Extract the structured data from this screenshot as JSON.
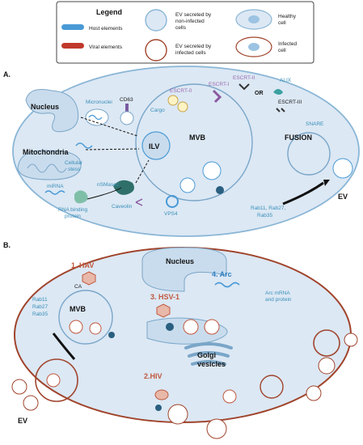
{
  "legend": {
    "title": "Legend",
    "host_elements": "Host elements",
    "viral_elements": "Viral elements",
    "ev_noninfected": [
      "EV secreted by",
      "non-infected",
      "cells"
    ],
    "ev_infected": [
      "EV secreted by",
      "infected cells"
    ],
    "healthy_cell": [
      "Healthy",
      "cell"
    ],
    "infected_cell": [
      "Infected",
      "cell"
    ]
  },
  "panel_a": {
    "label": "A.",
    "nucleus": "Nucleus",
    "micronuclei": "Micronuclei",
    "cd63": "CD63",
    "escrt0": "ESCRT-0",
    "escrt1": "ESCRT-I",
    "escrt2": "ESCRT-II",
    "or": "OR",
    "alix": "ALIX",
    "escrt3": "ESCRT-III",
    "cargo": "Cargo",
    "mitochondria": "Mitochondria",
    "ilv": "ILV",
    "mvb": "MVB",
    "cellular_stess": [
      "Cellular",
      "stess"
    ],
    "mirna": "miRNA",
    "nsmase2": "nSMase2",
    "caveolin": "Caveolin",
    "rna_binding": [
      "RNA binding",
      "protein"
    ],
    "vps4": "VPS4",
    "snare": "SNARE",
    "fusion": "FUSION",
    "ev": "EV",
    "rabs": [
      "Rab11, Rab27,",
      "Rab35"
    ]
  },
  "panel_b": {
    "label": "B.",
    "nucleus": "Nucleus",
    "hav": "1. HAV",
    "ca": "CA",
    "mvb": "MVB",
    "rabs": [
      "Rab11",
      "Rab27",
      "Rab35"
    ],
    "ev": "EV",
    "hsv": "3. HSV-1",
    "arc": "4. Arc",
    "arc_mrna": [
      "Arc mRNA",
      "and protein"
    ],
    "golgi": [
      "Golgi",
      "vesicles"
    ],
    "hiv": "2.HIV"
  },
  "colors": {
    "host": "#4a9ad6",
    "viral": "#c0392b",
    "cell_fill": "#dce8f4",
    "healthy_border": "#8ab6d6",
    "infected_border": "#a0442c"
  }
}
